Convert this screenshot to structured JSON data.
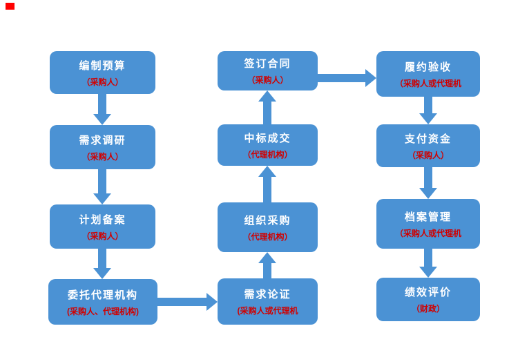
{
  "colors": {
    "background": "#ffffff",
    "box_fill": "#4B92D4",
    "title_text": "#ffffff",
    "subtitle_text": "#D00000",
    "arrow": "#4B92D4",
    "marker": "#FF0000"
  },
  "flow": {
    "left_column": [
      {
        "title": "编制预算",
        "subtitle": "（采购人）"
      },
      {
        "title": "需求调研",
        "subtitle": "（采购人）"
      },
      {
        "title": "计划备案",
        "subtitle": "（采购人）"
      },
      {
        "title": "委托代理机构",
        "subtitle": "(采购人、代理机构)"
      }
    ],
    "middle_column": [
      {
        "title": "签订合同",
        "subtitle": "（采购人）"
      },
      {
        "title": "中标成交",
        "subtitle": "（代理机构）"
      },
      {
        "title": "组织采购",
        "subtitle": "（代理机构）"
      },
      {
        "title": "需求论证",
        "subtitle": "(采购人或代理机"
      }
    ],
    "right_column": [
      {
        "title": "履约验收",
        "subtitle": "（采购人或代理机"
      },
      {
        "title": "支付资金",
        "subtitle": "（采购人）"
      },
      {
        "title": "档案管理",
        "subtitle": "（采购人或代理机"
      },
      {
        "title": "绩效评价",
        "subtitle": "（财政）"
      }
    ]
  }
}
